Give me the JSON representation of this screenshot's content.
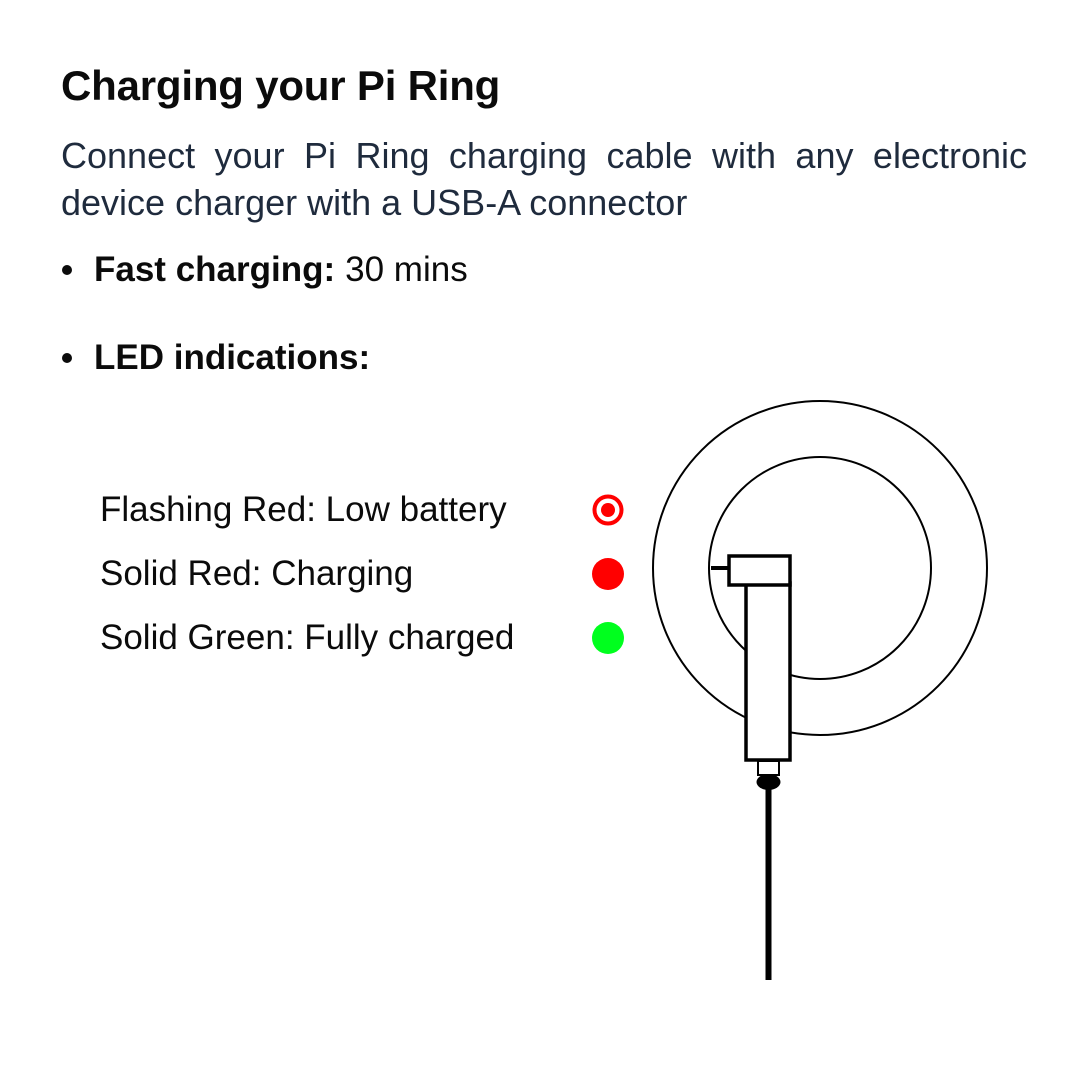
{
  "header": {
    "title": "Charging your Pi Ring"
  },
  "intro": {
    "text": "Connect your Pi Ring charging cable with any electronic device charger with a USB-A connector"
  },
  "bullets": [
    {
      "label": "Fast charging:",
      "value": "30 mins"
    },
    {
      "label": "LED indications:",
      "value": ""
    }
  ],
  "led_indications": [
    {
      "text": "Flashing Red: Low battery",
      "icon": "flashing-red-led-icon",
      "color": "#ff0000",
      "style": "ring"
    },
    {
      "text": "Solid Red: Charging",
      "icon": "solid-red-led-icon",
      "color": "#ff0000",
      "style": "solid"
    },
    {
      "text": "Solid Green: Fully charged",
      "icon": "solid-green-led-icon",
      "color": "#00ff1e",
      "style": "solid"
    }
  ],
  "illustration": {
    "name": "pi-ring-with-charging-cable",
    "stroke_color": "#000000"
  },
  "colors": {
    "title": "#0b0b0b",
    "intro_text": "#1f2b3d",
    "led_red": "#ff0000",
    "led_green": "#00ff1e"
  }
}
